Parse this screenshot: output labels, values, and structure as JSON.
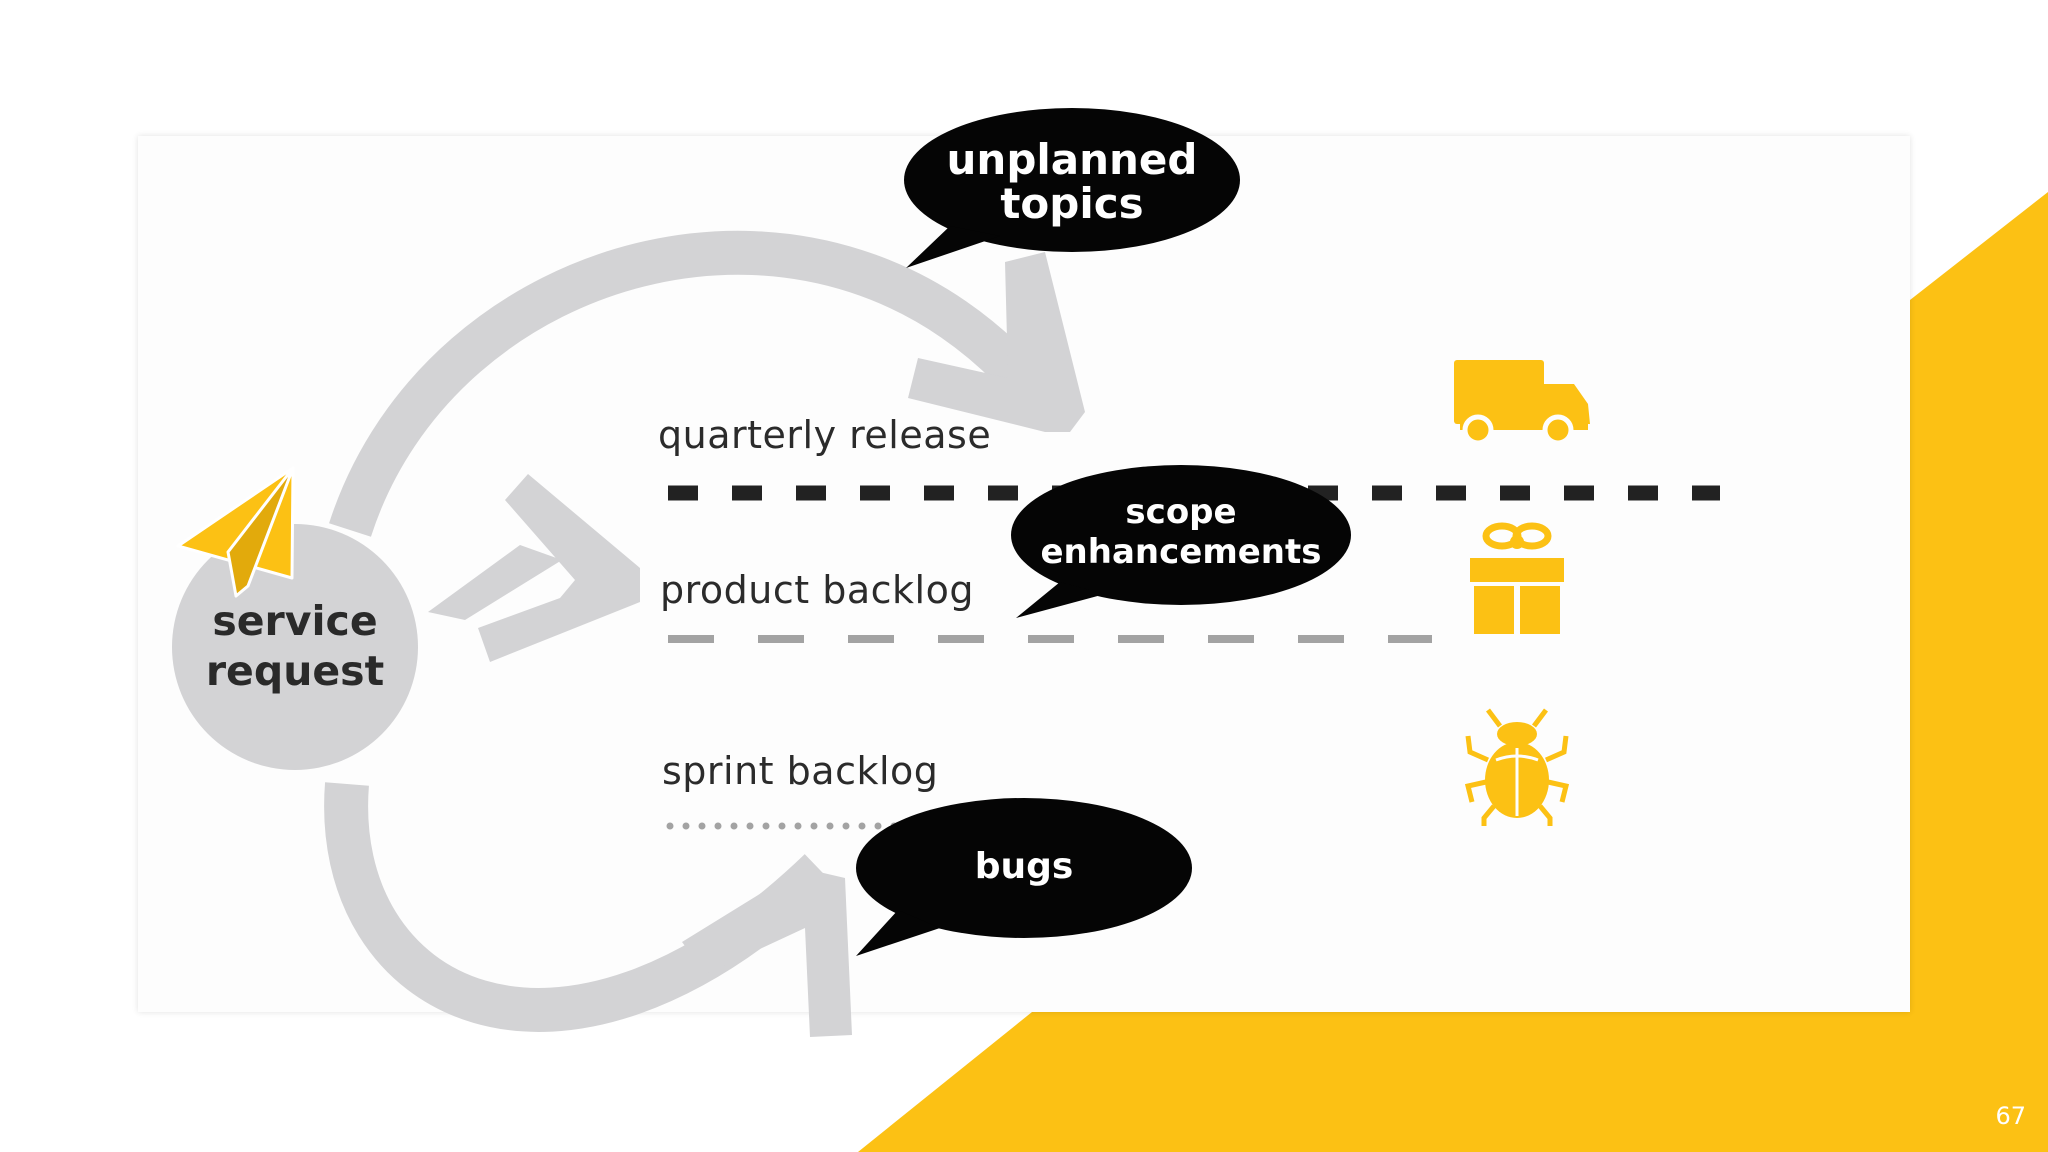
{
  "slide": {
    "page_number": "67",
    "accent_color": "#fcc114",
    "arrow_color": "#d3d3d5",
    "bubble_color": "#050505"
  },
  "origin": {
    "label": "service request",
    "icon": "paper-plane-icon"
  },
  "lanes": [
    {
      "label": "quarterly release",
      "line_style": "thick-dashed",
      "line_color": "#222222",
      "icon": "truck-icon"
    },
    {
      "label": "product backlog",
      "line_style": "dashed",
      "line_color": "#a3a3a3",
      "icon": "gift-icon"
    },
    {
      "label": "sprint backlog",
      "line_style": "dotted",
      "line_color": "#a3a3a3",
      "icon": "bug-icon"
    }
  ],
  "bubbles": [
    {
      "text_lines": [
        "unplanned",
        "topics"
      ]
    },
    {
      "text_lines": [
        "scope",
        "enhancements"
      ]
    },
    {
      "text_lines": [
        "bugs"
      ]
    }
  ]
}
